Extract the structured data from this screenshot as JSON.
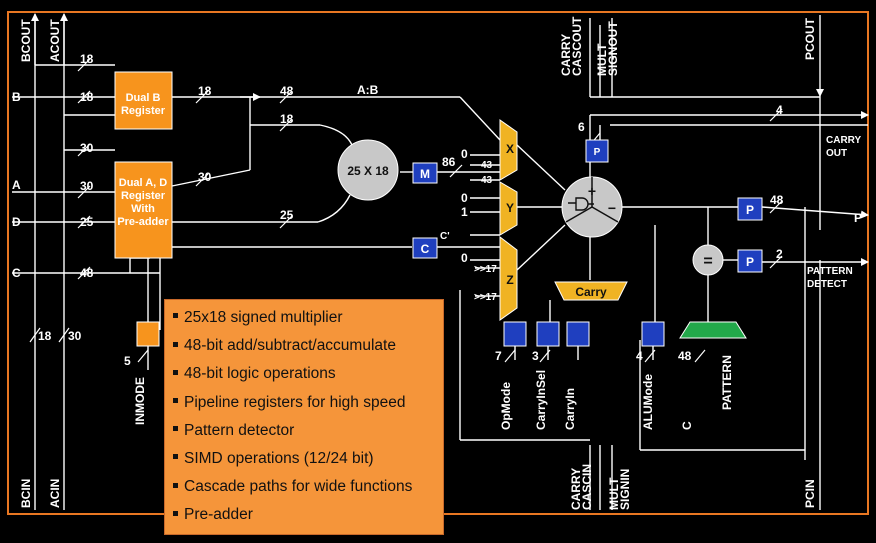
{
  "ports": {
    "bcout": "BCOUT",
    "acout": "ACOUT",
    "carrycascout": "CARRY\nCASCOUT",
    "multsignout": "MULT\nSIGNOUT",
    "pcout": "PCOUT",
    "b": "B",
    "a": "A",
    "d": "D",
    "c": "C",
    "carryout": "CARRY\nOUT",
    "p": "P",
    "patterndetect": "PATTERN\nDETECT",
    "bcin": "BCIN",
    "acin": "ACIN",
    "carrycascin": "CARRY\nCASCIN",
    "multsignin": "MULT\nSIGNIN",
    "pcin": "PCIN"
  },
  "blocks": {
    "dual_b": "Dual B\nRegister",
    "dual_ad": "Dual A, D\nRegister\nWith\nPre-adder",
    "multiplier": "25 X 18",
    "reg_m": "M",
    "reg_c": "C",
    "reg_p": "P",
    "carry": "Carry",
    "eq": "=",
    "mux_x": "X",
    "mux_y": "Y",
    "mux_z": "Z"
  },
  "bus_widths": {
    "bcout": "18",
    "b_in": "18",
    "b_reg_out": "18",
    "b_48": "48",
    "b_mult": "18",
    "a_30_top": "30",
    "a_in": "30",
    "a_reg_out": "30",
    "d_in": "25",
    "ad_mult": "25",
    "c_in": "48",
    "m_86": "86",
    "m_43a": "43",
    "m_43b": "43",
    "carryout": "4",
    "p_out": "48",
    "pattern_det": "2",
    "p6": "6",
    "bcin": "18",
    "acin": "30",
    "inmode": "5",
    "opmode": "7",
    "carryinsel": "3",
    "alumode": "4",
    "pattern": "48",
    "z_17a": ">>17",
    "z_17b": ">>17",
    "x0": "0",
    "y0": "0",
    "y1": "1",
    "z0": "0",
    "c_prime": "C'"
  },
  "labels": {
    "ab": "A:B",
    "inmode": "INMODE",
    "opmode": "OpMode",
    "carryinsel": "CarryInSel",
    "carryin": "CarryIn",
    "alumode": "ALUMode",
    "c_bottom": "C",
    "pattern": "PATTERN"
  },
  "features": [
    "25x18 signed multiplier",
    "48-bit add/subtract/accumulate",
    "48-bit logic operations",
    "Pipeline registers for high speed",
    "Pattern detector",
    "SIMD operations (12/24 bit)",
    "Cascade paths for wide functions",
    "Pre-adder"
  ],
  "colors": {
    "background": "#000000",
    "frame": "#e87722",
    "block_orange": "#f7941d",
    "mux_yellow": "#f0b323",
    "register_blue": "#1f3fbf",
    "pattern_green": "#22a84a",
    "circle_gray": "#c8c8c8"
  }
}
